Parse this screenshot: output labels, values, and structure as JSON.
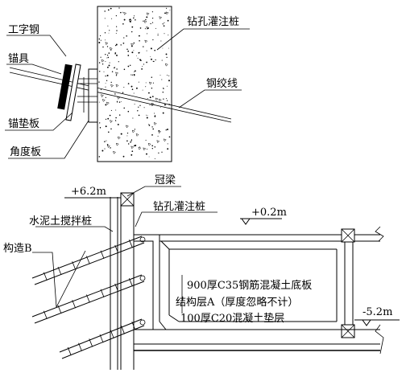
{
  "detail": {
    "i_beam_label": "工字钢",
    "anchor_label": "锚具",
    "anchor_plate_label": "锚垫板",
    "angle_plate_label": "角度板",
    "bored_pile_label": "钻孔灌注桩",
    "strand_label": "钢绞线"
  },
  "section": {
    "crown_beam_label": "冠梁",
    "bored_pile_label": "钻孔灌注桩",
    "cement_pile_label": "水泥土搅拌桩",
    "construct_b_label": "构造B",
    "elev_top": "+6.2m",
    "elev_mid": "+0.2m",
    "elev_bottom": "-5.2m",
    "slab_note_1": "900厚C35钢筋混凝土底板",
    "slab_note_2": "结构层A（厚度忽略不计）",
    "slab_note_3": "100厚C20混凝土垫层"
  }
}
